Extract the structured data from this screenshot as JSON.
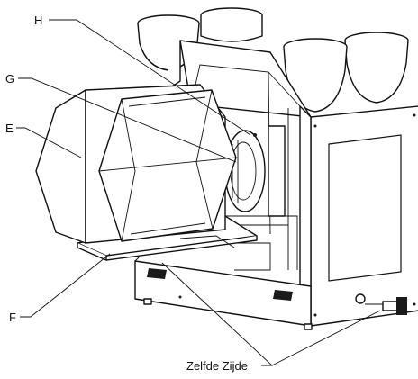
{
  "labels": {
    "h": "H",
    "g": "G",
    "e": "E",
    "f": "F",
    "same_side": "Zelfde Zijde"
  }
}
